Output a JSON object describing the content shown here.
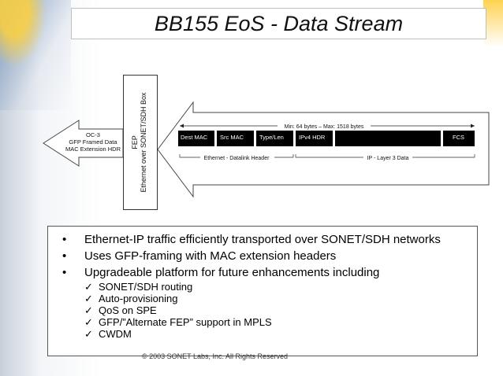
{
  "title": "BB155 EoS - Data Stream",
  "diagram": {
    "left_arrow_lines": [
      "OC-3",
      "GFP Framed Data",
      "MAC Extension HDR"
    ],
    "fep_box_lines": [
      "FEP",
      "Ethernet over SONET/SDH Box"
    ],
    "length_label": "Min: 64 bytes  – Max: 1518 bytes",
    "fields": [
      "Dest MAC",
      "Src MAC",
      "Type/Len",
      "IPv4 HDR",
      "",
      "FCS"
    ],
    "groups": [
      "Ethernet  - Datalink Header",
      "IP - Layer 3 Data"
    ]
  },
  "bullets": [
    "Ethernet-IP traffic efficiently transported over SONET/SDH networks",
    "Uses GFP-framing with MAC extension headers",
    "Upgradeable platform for future enhancements including"
  ],
  "sub_bullets": [
    "SONET/SDH routing",
    "Auto-provisioning",
    "QoS on SPE",
    "GFP/”Alternate FEP” support in MPLS",
    "CWDM"
  ],
  "footer": "© 2003 SONET Labs, Inc.    All Rights Reserved",
  "colors": {
    "field_fill": "#000000",
    "field_text": "#ffffff"
  }
}
